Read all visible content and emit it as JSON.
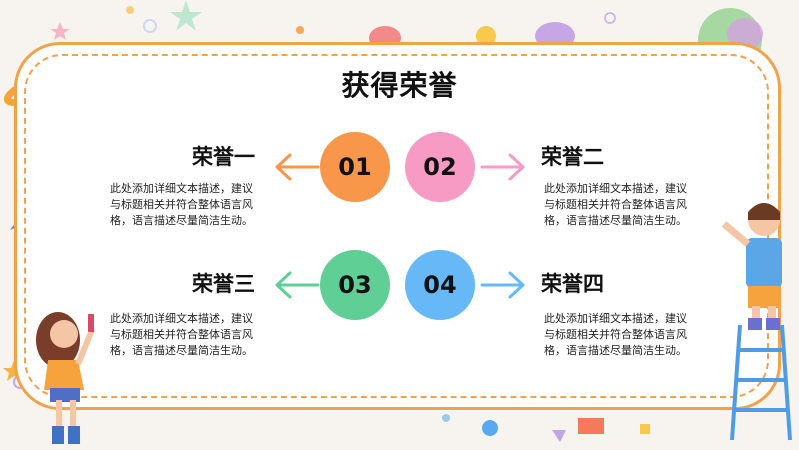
{
  "title": "获得荣誉",
  "items": [
    {
      "num": "01",
      "title": "荣誉一",
      "desc": "此处添加详细文本描述，建议与标题相关并符合整体语言风格，语言描述尽量简洁生动。",
      "color": "#f8964a"
    },
    {
      "num": "02",
      "title": "荣誉二",
      "desc": "此处添加详细文本描述，建议与标题相关并符合整体语言风格，语言描述尽量简洁生动。",
      "color": "#f79ac4"
    },
    {
      "num": "03",
      "title": "荣誉三",
      "desc": "此处添加详细文本描述，建议与标题相关并符合整体语言风格，语言描述尽量简洁生动。",
      "color": "#5fcf96"
    },
    {
      "num": "04",
      "title": "荣誉四",
      "desc": "此处添加详细文本描述，建议与标题相关并符合整体语言风格，语言描述尽量简洁生动。",
      "color": "#66b9f6"
    }
  ],
  "colors": {
    "frame": "#f2a24b",
    "background": "#f7f4ef"
  }
}
